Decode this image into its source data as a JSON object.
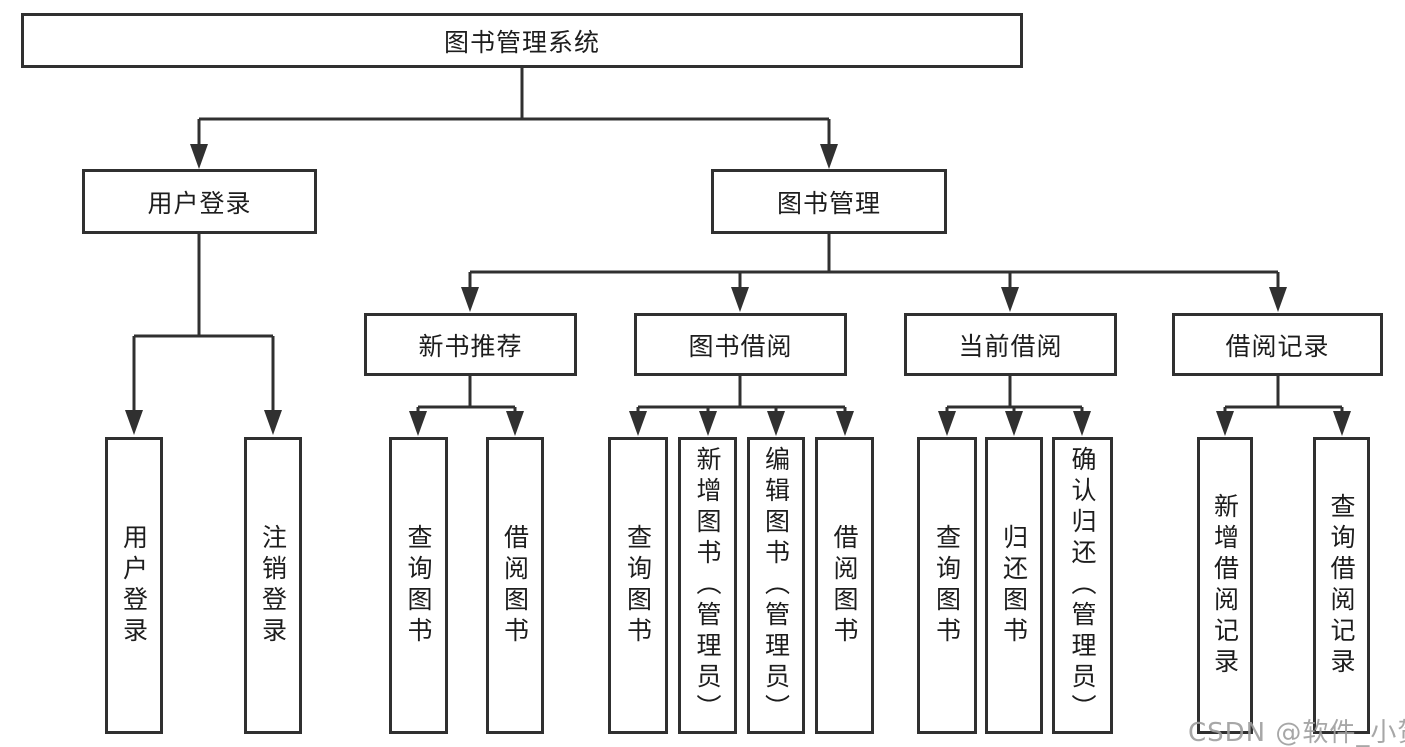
{
  "diagram": {
    "root": "图书管理系统",
    "branches": {
      "login": "用户登录",
      "management": "图书管理"
    },
    "level3": {
      "new_books": "新书推荐",
      "borrowing": "图书借阅",
      "current": "当前借阅",
      "records": "借阅记录"
    },
    "leaves": {
      "user_login": "用户登录",
      "logout": "注销登录",
      "nb_query": "查询图书",
      "nb_borrow": "借阅图书",
      "bw_query": "查询图书",
      "bw_add": "新增图书（管理员）",
      "bw_edit": "编辑图书（管理员）",
      "bw_borrow": "借阅图书",
      "cur_query": "查询图书",
      "cur_return": "归还图书",
      "cur_confirm": "确认归还（管理员）",
      "rec_add": "新增借阅记录",
      "rec_query": "查询借阅记录"
    }
  },
  "watermark": "CSDN @软件_小贺同学",
  "colors": {
    "line": "#303030",
    "text": "#1d1d1d",
    "watermark": "#9e9e9e",
    "background": "#ffffff"
  }
}
